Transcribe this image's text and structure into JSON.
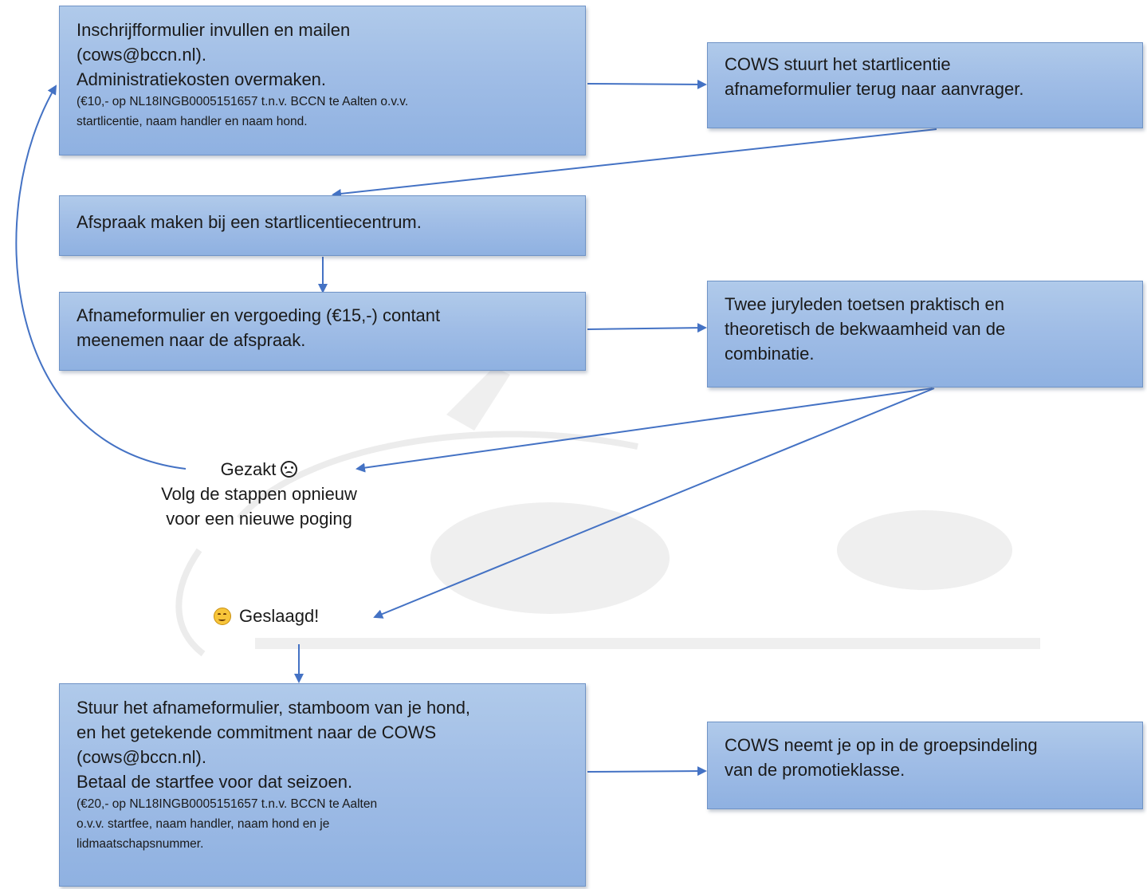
{
  "steps": {
    "inschrijving": {
      "lines": [
        "Inschrijfformulier invullen en mailen",
        "(cows@bccn.nl).",
        "Administratiekosten overmaken."
      ],
      "note_lines": [
        "(€10,- op NL18INGB0005151657 t.n.v. BCCN te Aalten o.v.v.",
        "startlicentie, naam handler en naam hond."
      ]
    },
    "cows_stuurt": {
      "lines": [
        "COWS stuurt het startlicentie",
        "afnameformulier terug naar aanvrager."
      ]
    },
    "afspraak": {
      "lines": [
        "Afspraak maken bij een startlicentiecentrum."
      ]
    },
    "afnameformulier": {
      "lines": [
        "Afnameformulier en vergoeding (€15,-) contant",
        "meenemen naar de afspraak."
      ]
    },
    "juryleden": {
      "lines": [
        "Twee juryleden toetsen praktisch en",
        "theoretisch de bekwaamheid van de",
        "combinatie."
      ]
    },
    "stuur": {
      "lines": [
        "Stuur het afnameformulier, stamboom van je hond,",
        "en het getekende commitment naar de COWS",
        "(cows@bccn.nl).",
        "Betaal de startfee voor dat seizoen."
      ],
      "note_lines": [
        "(€20,- op NL18INGB0005151657 t.n.v. BCCN te Aalten",
        "o.v.v. startfee, naam handler, naam hond en je",
        "lidmaatschapsnummer."
      ]
    },
    "opname": {
      "lines": [
        "COWS neemt je op in de groepsindeling",
        "van de promotieklasse."
      ]
    }
  },
  "outcomes": {
    "gezakt": {
      "title": "Gezakt",
      "icon": "frowning-face-icon",
      "lines": [
        "Volg de stappen opnieuw",
        "voor een nieuwe poging"
      ]
    },
    "geslaagd": {
      "title": "Geslaagd!",
      "icon": "smiling-face-icon"
    }
  },
  "colors": {
    "box_top": "#b0caea",
    "box_bottom": "#8fb1e1",
    "box_border": "#6f93c6",
    "arrow": "#4472c4",
    "watermark": "#ededed"
  }
}
